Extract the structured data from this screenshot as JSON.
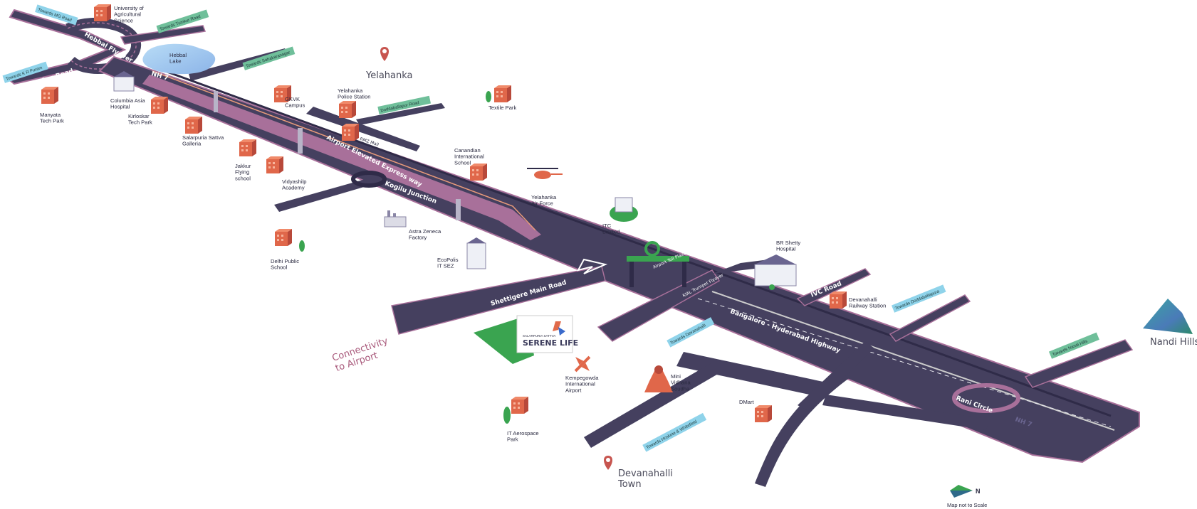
{
  "places": {
    "yelahanka": "Yelahanka",
    "devanahalli_town": "Devanahalli\nTown",
    "nandi_hills": "Nandi Hills"
  },
  "roads": {
    "hebbal_flyover": "Hebbal Flyover",
    "nh7_north": "NH 7",
    "outer_ring_road": "Outer Ring Road",
    "airport_elevated": "Airport Elevated Express way",
    "kogilu_junction": "Kogilu Junction",
    "rmz_mall": "RMZ Mall",
    "shettigere": "Shettigere Main Road",
    "bangalore_hyderabad": "Bangalore - Hyderabad Highway",
    "ivc_road": "IVC Road",
    "kial_trumpet": "KIAL Trumpet Flyover",
    "airport_toll_plaza": "Airport Toll Plaza",
    "rani_circle": "Rani Circle",
    "nh7_south": "NH 7"
  },
  "signs": {
    "mg_road": "Towards MG Road",
    "tumkur_road": "Towards Tumkur Road",
    "kr_puram": "Towards K R Puram",
    "sahakaranagar": "Towards Sahakaranagar",
    "doddaballapur_road": "Doddaballapur Road",
    "devanahalli": "Towards Devanahalli",
    "hoskote": "Towards Hoskote & Whitefield",
    "doddaballapura": "Towards Doddaballapura",
    "nandi_hills": "Towards Nandi Hills"
  },
  "landmarks": {
    "uas": "University of\nAgricultural\nScience",
    "hebbal_lake": "Hebbal\nLake",
    "manyata": "Manyata\nTech Park",
    "columbia_asia": "Columbia Asia\nHospital",
    "kirloskar": "Kirloskar\nTech Park",
    "gkvk": "GKVK\nCampus",
    "yelahanka_police": "Yelahanka\nPolice Station",
    "textile_park": "Textile Park",
    "salarpuria_galleria": "Salarpuria Sattva\nGalleria",
    "jakkur": "Jakkur\nFlying\nschool",
    "vidyashilp": "Vidyashilp\nAcademy",
    "canadian_school": "Canandian\nInternational\nSchool",
    "yelahanka_af": "Yelahanka\nAir Force",
    "itc": "ITC\nLimited",
    "astra_zeneca": "Astra Zeneca\nFactory",
    "dps": "Delhi Public\nSchool",
    "ecopolis": "EcoPolis\nIT SEZ",
    "br_shetty": "BR Shetty\nHospital",
    "devanahalli_rly": "Devanahalli\nRailway Station",
    "kempegowda": "Kempegowda\nInternational\nAirport",
    "mini_vidhana": "Mini\nVidhana\nSoudha",
    "dmart": "DMart",
    "it_aerospace": "IT Aerospace\nPark"
  },
  "project": {
    "developer": "SALARPURIA SATTVA",
    "name": "SERENE LIFE",
    "connectivity": "Connectivity\nto Airport"
  },
  "legend": {
    "north": "N",
    "scale_note": "Map not to Scale"
  },
  "colors": {
    "road": "#45405f",
    "road_dark": "#2f2b48",
    "road_edge": "#a8709a",
    "building": "#e0674a",
    "building_dark": "#b8493a",
    "sign_green": "#6fbf9a",
    "sign_blue": "#8fd3ea",
    "pin": "#c7554f",
    "lake": "#9ec7ee",
    "grass": "#3aa450",
    "accent": "#a8587a"
  }
}
